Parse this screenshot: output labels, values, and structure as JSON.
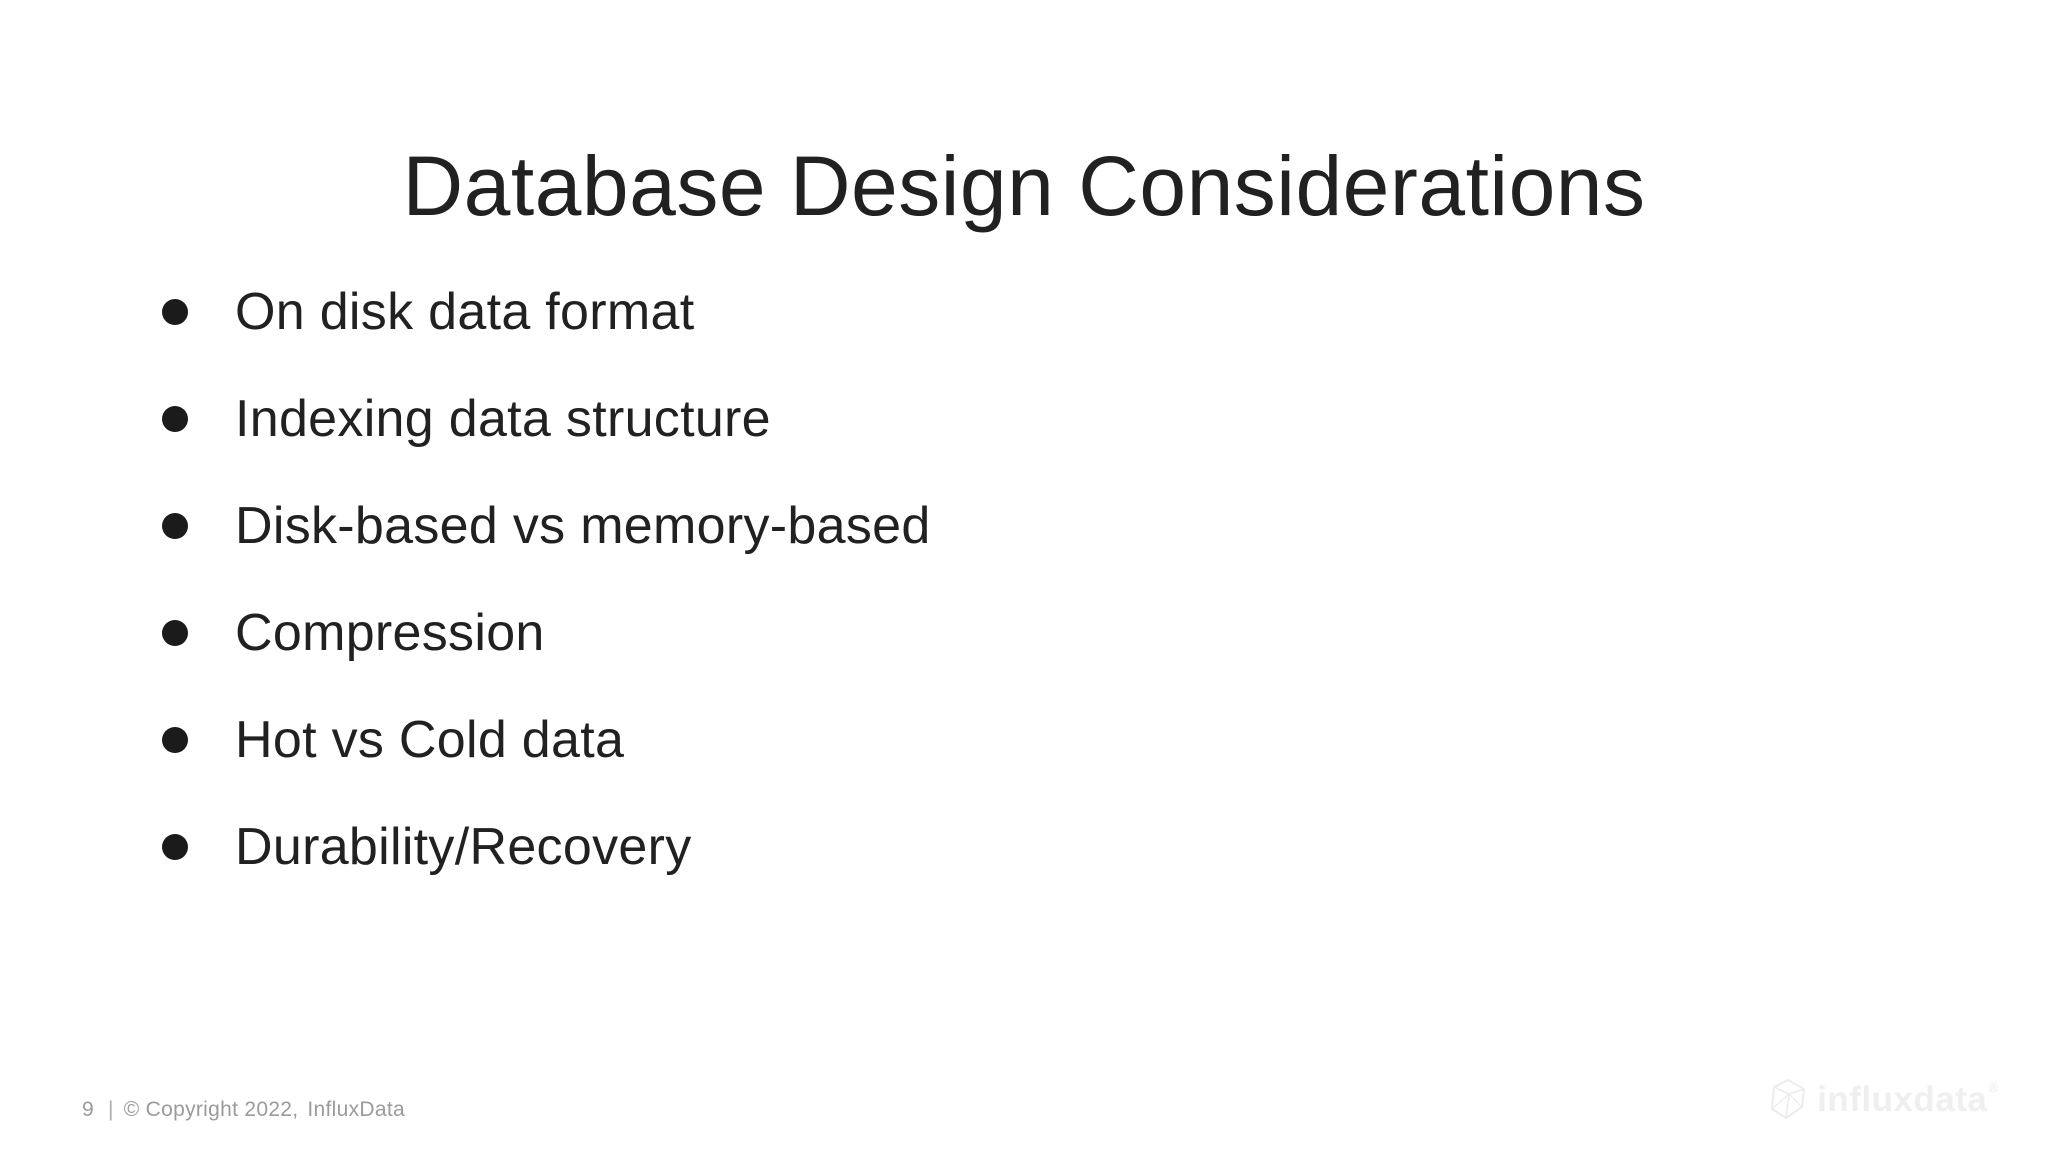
{
  "slide": {
    "title": "Database Design Considerations",
    "bullets": [
      "On disk data format",
      "Indexing data structure",
      "Disk-based vs memory-based",
      "Compression",
      "Hot vs Cold data",
      "Durability/Recovery"
    ],
    "footer": {
      "page_number": "9",
      "separator": "|",
      "copyright": "© Copyright 2022,",
      "company": "InfluxData"
    },
    "logo": {
      "text": "influxdata",
      "registered_mark": "®",
      "icon": "influxdata-cube-icon"
    },
    "colors": {
      "background": "#ffffff",
      "body_text": "#212121",
      "footer_text": "#9b9b9b",
      "logo": "#efefef"
    }
  }
}
